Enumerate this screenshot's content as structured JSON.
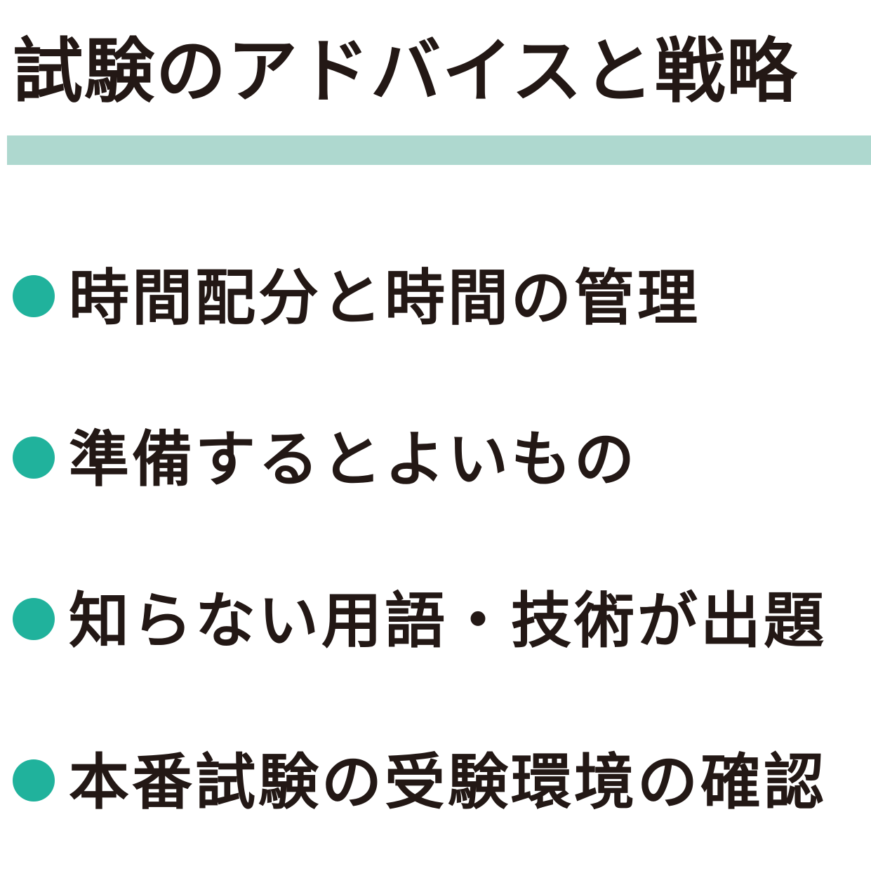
{
  "header": {
    "title": "試験のアドバイスと戦略",
    "rule_color": "#aed8cf"
  },
  "bullet_color": "#20b29c",
  "text_color": "#231815",
  "items": [
    {
      "label": "時間配分と時間の管理"
    },
    {
      "label": "準備するとよいもの"
    },
    {
      "label": "知らない用語・技術が出題"
    },
    {
      "label": "本番試験の受験環境の確認"
    }
  ]
}
